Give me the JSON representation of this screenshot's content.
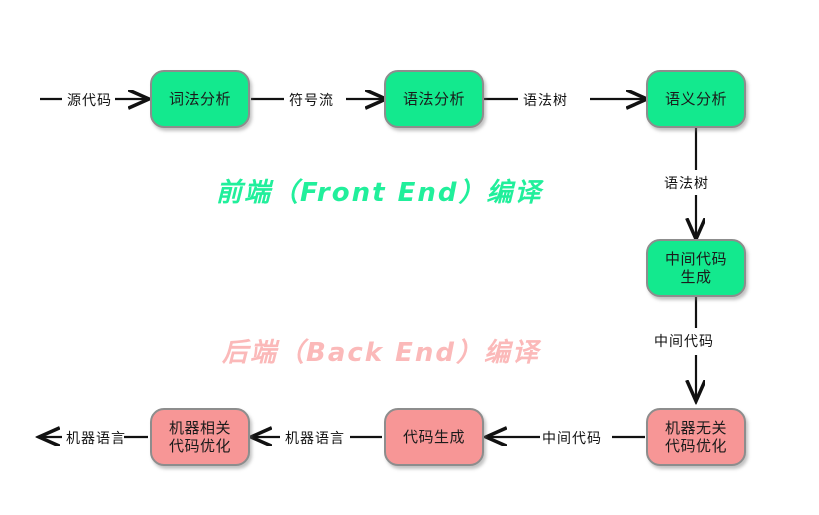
{
  "diagram": {
    "title_front": "前端（Front End）编译",
    "title_back": "后端（Back End）编译",
    "background": "#ffffff",
    "colors": {
      "front_end_node": "#13e98e",
      "back_end_node": "#f79696",
      "node_border": "#8d8d8d",
      "front_end_text": "#21ef9b",
      "back_end_text": "#fbb9b9",
      "arrow": "#111111"
    },
    "nodes": [
      {
        "id": "lexical",
        "label_l1": "词法分析",
        "label_l2": "",
        "fill": "green"
      },
      {
        "id": "syntax",
        "label_l1": "语法分析",
        "label_l2": "",
        "fill": "green"
      },
      {
        "id": "semantic",
        "label_l1": "语义分析",
        "label_l2": "",
        "fill": "green"
      },
      {
        "id": "ir-gen",
        "label_l1": "中间代码",
        "label_l2": "生成",
        "fill": "green"
      },
      {
        "id": "mach-indep",
        "label_l1": "机器无关",
        "label_l2": "代码优化",
        "fill": "pink"
      },
      {
        "id": "code-gen",
        "label_l1": "代码生成",
        "label_l2": "",
        "fill": "pink"
      },
      {
        "id": "mach-dep",
        "label_l1": "机器相关",
        "label_l2": "代码优化",
        "fill": "pink"
      }
    ],
    "edge_labels": [
      {
        "id": "source-code",
        "text": "源代码"
      },
      {
        "id": "token-stream",
        "text": "符号流"
      },
      {
        "id": "syntax-tree-1",
        "text": "语法树"
      },
      {
        "id": "syntax-tree-2",
        "text": "语法树"
      },
      {
        "id": "ir-code-1",
        "text": "中间代码"
      },
      {
        "id": "ir-code-2",
        "text": "中间代码"
      },
      {
        "id": "machine-lang-1",
        "text": "机器语言"
      },
      {
        "id": "machine-lang-2",
        "text": "机器语言"
      }
    ]
  }
}
